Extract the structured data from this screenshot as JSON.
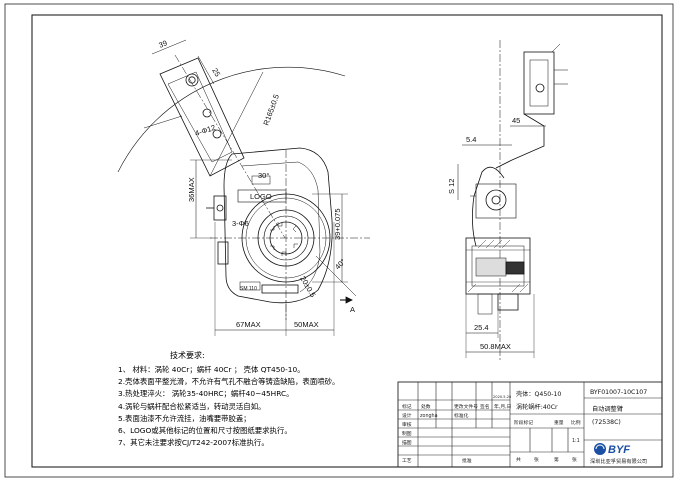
{
  "drawing": {
    "front_view": {
      "dim_top": "39",
      "dim_slot": "25",
      "dim_radius": "R165±0.5",
      "dim_hole": "4-Φ12",
      "dim_height": "36MAX",
      "dim_angle": "30°",
      "logo_label": "LOGO",
      "dim_spline_left": "3-Φ6",
      "dim_spline": "39+0.075",
      "dim_angle2": "40°",
      "dim_offset": "20±0.5",
      "section_mark": "A",
      "dim_left": "67MAX",
      "dim_right": "50MAX",
      "plate_text": "SM 110"
    },
    "side_view": {
      "dim_54": "5.4",
      "dim_45": "45",
      "dim_12": "S 12",
      "dim_254": "25.4",
      "dim_508": "50.8MAX"
    }
  },
  "requirements": {
    "title": "技术要求:",
    "items": [
      "1、 材料：涡轮 40Cr；蜗杆 40Cr ；  壳体 QT450-10。",
      "2.壳体表面平整光滑，不允许有气孔不融合等铸造缺陷，表面喷砂。",
      "3.热处理淬火：  涡轮35-40HRC；蜗杆40~45HRC。",
      "4.涡轮与蜗杆配合松紧适当，转动灵活自如。",
      "5.表面油漆不允许流挂，油嘴要带胶盖；",
      "6、LOGO或其他标记的位置和尺寸按图纸要求执行。",
      "7、其它未注要求按CJ/T242-2007标准执行。"
    ]
  },
  "title_block": {
    "material_1": "壳体：Q450-10",
    "material_2": "涡轮蜗杆:40Cr",
    "drawing_no": "BYF01007-10C107",
    "part_name": "自动调整臂",
    "part_code": "(72538C)",
    "date": "2020.5.20",
    "designer": "zongha",
    "scale": "1:1",
    "col_labels": [
      "标记",
      "处数",
      "更改文件号",
      "签名",
      "年,月,日"
    ],
    "row_labels": [
      "设计",
      "审核",
      "制图",
      "描图",
      "工艺",
      "批准"
    ],
    "stage_labels": [
      "阶段标记",
      "重量",
      "比例"
    ],
    "sheet_labels": [
      "共",
      "张",
      "第",
      "张"
    ],
    "std_label": "标准化",
    "logo_text": "BYF",
    "company": "深圳比亚孚贸易有限公司"
  }
}
